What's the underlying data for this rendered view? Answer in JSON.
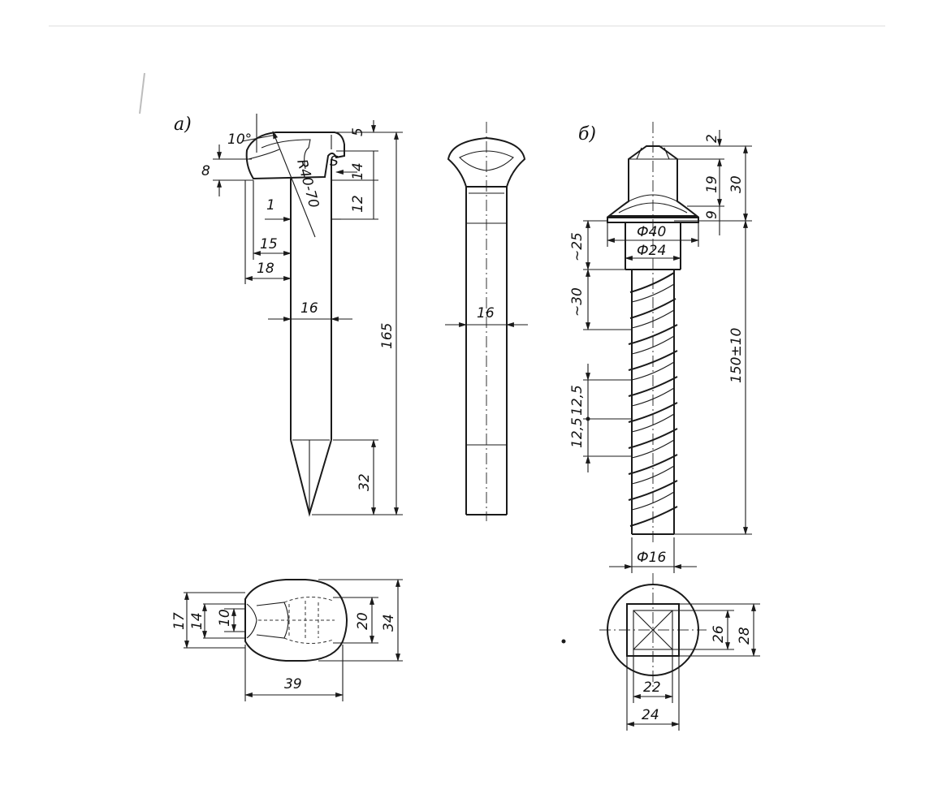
{
  "panels": {
    "a": {
      "label": "а)",
      "dims": {
        "angle": "10°",
        "h8": "8",
        "radius": "R40-70",
        "top5": "5",
        "s": "S",
        "h14": "14",
        "h12": "12",
        "gap1": "1",
        "w15": "15",
        "w18": "18",
        "w16": "16",
        "len165": "165",
        "tip32": "32",
        "side16": "16"
      },
      "plan_dims": {
        "d17": "17",
        "d14": "14",
        "d10": "10",
        "d20": "20",
        "d34": "34",
        "d39": "39"
      }
    },
    "b": {
      "label": "б)",
      "dims": {
        "h2": "2",
        "h19": "19",
        "h30": "30",
        "h9": "9",
        "d40": "Ф40",
        "d24": "Ф24",
        "a25": "~25",
        "a30": "~30",
        "len150": "150±10",
        "p1": "12,5",
        "p2": "12,5",
        "d16": "Ф16"
      },
      "plan_dims": {
        "s26": "26",
        "s28": "28",
        "w22": "22",
        "w24": "24"
      }
    }
  }
}
